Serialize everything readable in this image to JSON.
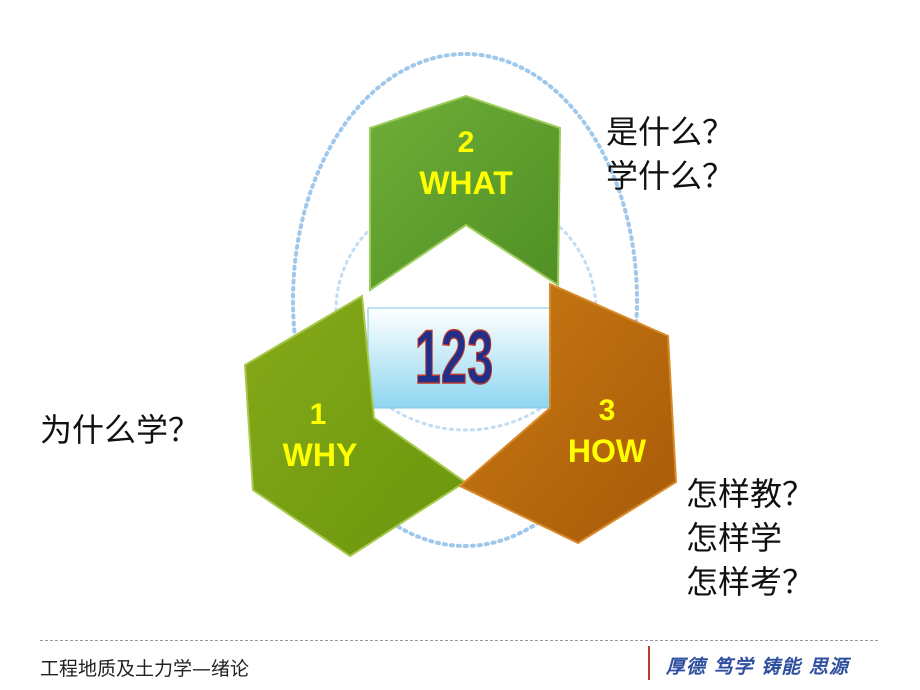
{
  "center": {
    "text": "123"
  },
  "segments": [
    {
      "id": "what",
      "number": "2",
      "label": "WHAT",
      "color": "#5e9e2e"
    },
    {
      "id": "why",
      "number": "1",
      "label": "WHY",
      "color": "#6f9b12"
    },
    {
      "id": "how",
      "number": "3",
      "label": "HOW",
      "color": "#b5640c"
    }
  ],
  "questions": {
    "what": [
      "是什么？",
      "学什么？"
    ],
    "why": [
      "为什么学？"
    ],
    "how": [
      "怎样教？",
      "怎样学",
      "怎样考？"
    ]
  },
  "footer": {
    "title": "工程地质及土力学—绪论",
    "motto": "厚德 笃学 铸能 思源"
  },
  "colors": {
    "label_yellow": "#ffff00",
    "dotted_ring": "#9fc9ec",
    "center_box": "#bfe8f8",
    "center_text": "#1f2f8a"
  }
}
